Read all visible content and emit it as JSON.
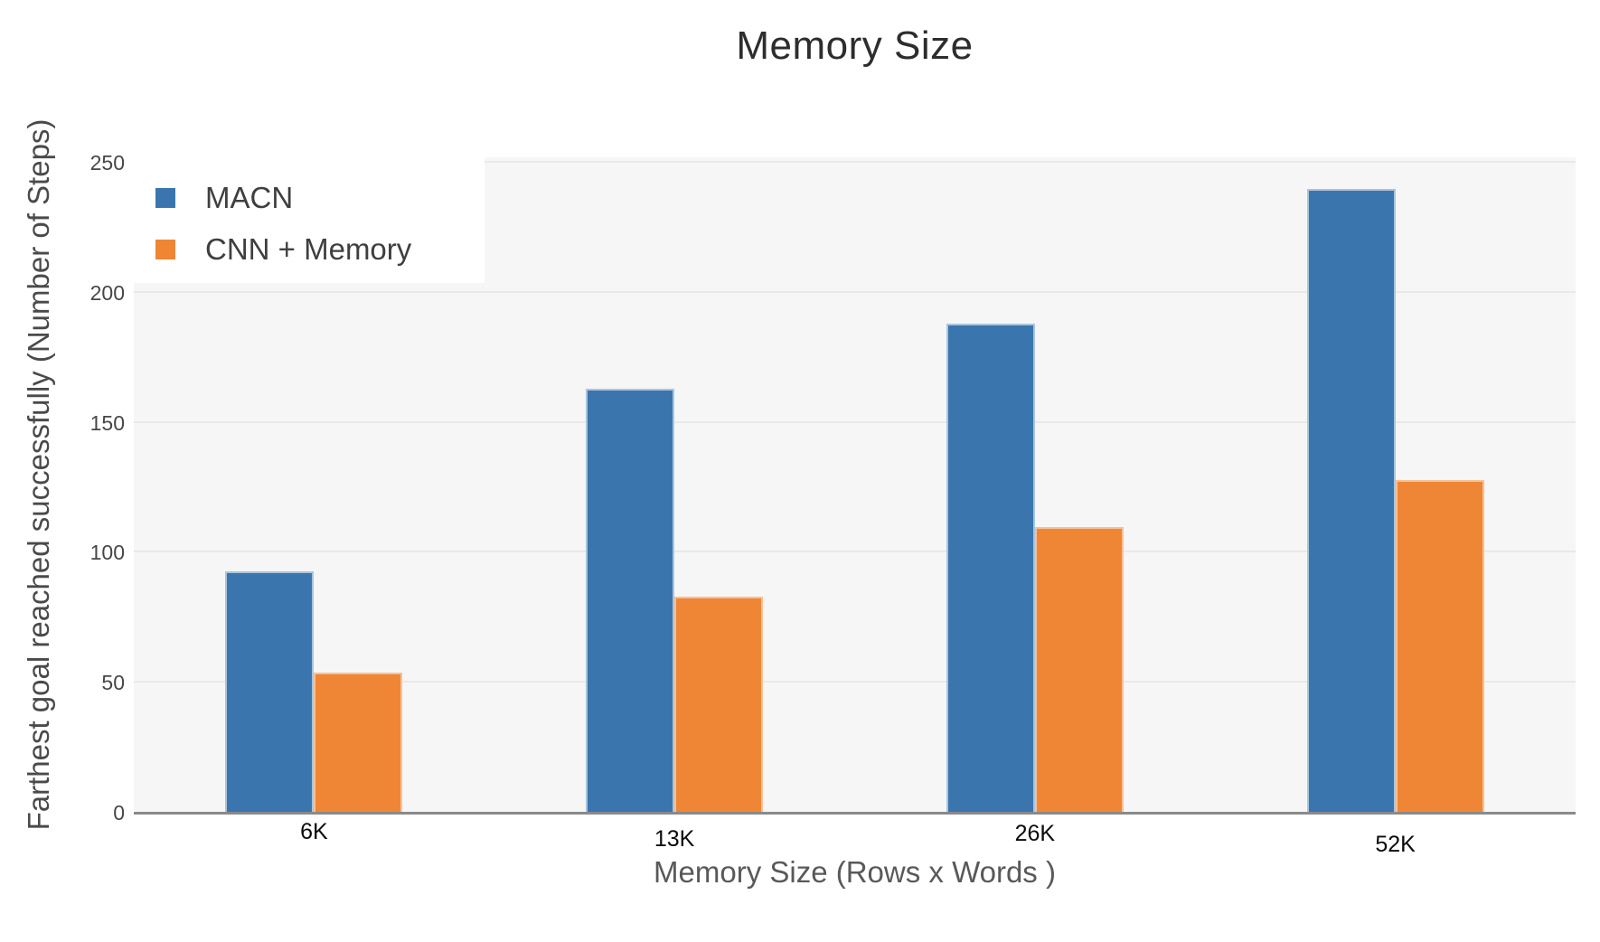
{
  "chart_data": {
    "type": "bar",
    "title": "Memory Size",
    "xlabel": "Memory Size (Rows x Words )",
    "ylabel": "Farthest goal reached successfully (Number of Steps)",
    "categories": [
      "6K",
      "13K",
      "26K",
      "52K"
    ],
    "series": [
      {
        "name": "MACN",
        "color": "#3a76ad",
        "edge_color": "#a9c5dd",
        "values": [
          93,
          163,
          188,
          240
        ]
      },
      {
        "name": "CNN + Memory",
        "color": "#ee8636",
        "edge_color": "#f6c197",
        "values": [
          54,
          83,
          110,
          128
        ]
      }
    ],
    "ylim": [
      0,
      250
    ],
    "yticks": [
      0,
      50,
      100,
      150,
      200,
      250
    ],
    "grid": true,
    "legend_position": "top-left",
    "plot_background": "#f6f6f7",
    "gridline_color": "#e9e9e9",
    "axis_line_color": "#8a8a8a"
  }
}
